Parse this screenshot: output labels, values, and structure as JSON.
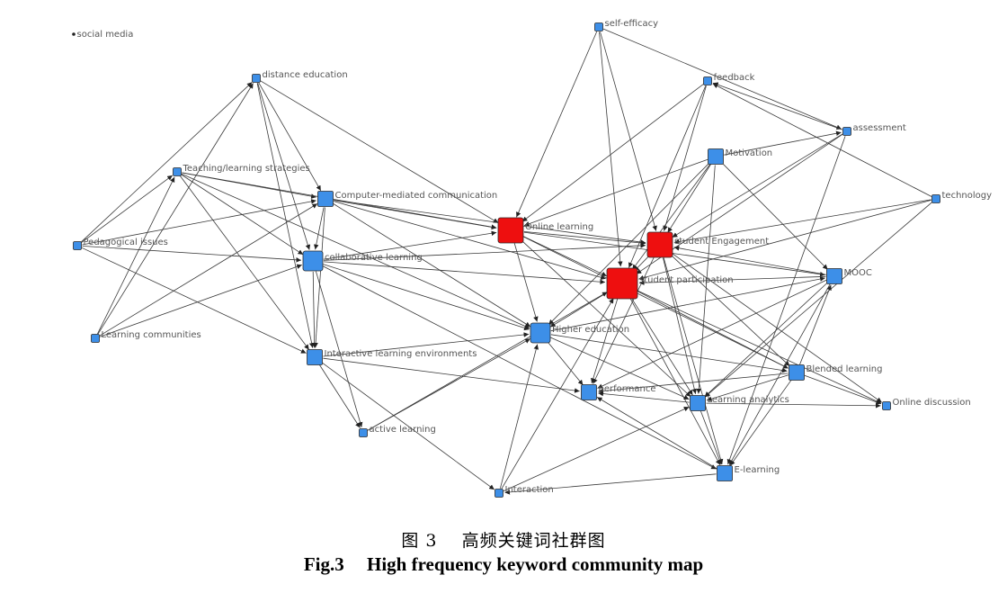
{
  "figure": {
    "caption_cn_number": "图 3",
    "caption_cn_title": "高频关键词社群图",
    "caption_en_number": "Fig.3",
    "caption_en_title": "High frequency keyword community map"
  },
  "colors": {
    "hub": "#ee0f0f",
    "node": "#3d8fe8",
    "edge": "#3a3a3a"
  },
  "nodes": [
    {
      "id": "social",
      "label": "social media",
      "kind": "dot"
    },
    {
      "id": "selfeff",
      "label": "self-efficacy",
      "kind": "small"
    },
    {
      "id": "distance",
      "label": "distance education",
      "kind": "small"
    },
    {
      "id": "feedback",
      "label": "feedback",
      "kind": "small"
    },
    {
      "id": "assessment",
      "label": "assessment",
      "kind": "small"
    },
    {
      "id": "teaching",
      "label": "Teaching/learning strategies",
      "kind": "small"
    },
    {
      "id": "motivation",
      "label": "Motivation",
      "kind": "medium"
    },
    {
      "id": "cmc",
      "label": "Computer-mediated communication",
      "kind": "medium"
    },
    {
      "id": "technology",
      "label": "technology",
      "kind": "small"
    },
    {
      "id": "online",
      "label": "Online learning",
      "kind": "hub"
    },
    {
      "id": "engagement",
      "label": "student Engagement",
      "kind": "hub"
    },
    {
      "id": "pedagogical",
      "label": "Pedagogical issues",
      "kind": "small"
    },
    {
      "id": "collab",
      "label": "collaborative learning",
      "kind": "large"
    },
    {
      "id": "participation",
      "label": "student participation",
      "kind": "hub-large"
    },
    {
      "id": "mooc",
      "label": "MOOC",
      "kind": "medium"
    },
    {
      "id": "higher",
      "label": "Higher education",
      "kind": "large"
    },
    {
      "id": "communities",
      "label": "Learning communities",
      "kind": "small"
    },
    {
      "id": "ile",
      "label": "Interactive learning environments",
      "kind": "medium"
    },
    {
      "id": "blended",
      "label": "Blended learning",
      "kind": "medium"
    },
    {
      "id": "performance",
      "label": "performance",
      "kind": "medium"
    },
    {
      "id": "analytics",
      "label": "Learning analytics",
      "kind": "medium"
    },
    {
      "id": "discussion",
      "label": "Online discussion",
      "kind": "small"
    },
    {
      "id": "active",
      "label": "active learning",
      "kind": "small"
    },
    {
      "id": "elearning",
      "label": "E-learning",
      "kind": "medium"
    },
    {
      "id": "interaction",
      "label": "Interaction",
      "kind": "small"
    }
  ],
  "edges": [
    [
      "distance",
      "cmc"
    ],
    [
      "distance",
      "collab"
    ],
    [
      "distance",
      "ile"
    ],
    [
      "pedagogical",
      "distance"
    ],
    [
      "distance",
      "online"
    ],
    [
      "communities",
      "distance"
    ],
    [
      "teaching",
      "cmc"
    ],
    [
      "teaching",
      "collab"
    ],
    [
      "teaching",
      "ile"
    ],
    [
      "teaching",
      "online"
    ],
    [
      "pedagogical",
      "teaching"
    ],
    [
      "communities",
      "teaching"
    ],
    [
      "teaching",
      "higher"
    ],
    [
      "cmc",
      "online"
    ],
    [
      "cmc",
      "collab"
    ],
    [
      "cmc",
      "ile"
    ],
    [
      "pedagogical",
      "cmc"
    ],
    [
      "communities",
      "cmc"
    ],
    [
      "cmc",
      "participation"
    ],
    [
      "cmc",
      "engagement"
    ],
    [
      "cmc",
      "higher"
    ],
    [
      "pedagogical",
      "collab"
    ],
    [
      "pedagogical",
      "ile"
    ],
    [
      "collab",
      "online"
    ],
    [
      "collab",
      "engagement"
    ],
    [
      "collab",
      "ile"
    ],
    [
      "collab",
      "higher"
    ],
    [
      "collab",
      "participation"
    ],
    [
      "collab",
      "active"
    ],
    [
      "communities",
      "collab"
    ],
    [
      "collab",
      "elearning"
    ],
    [
      "ile",
      "higher"
    ],
    [
      "ile",
      "performance"
    ],
    [
      "ile",
      "active"
    ],
    [
      "ile",
      "interaction"
    ],
    [
      "selfeff",
      "online"
    ],
    [
      "selfeff",
      "engagement"
    ],
    [
      "selfeff",
      "participation"
    ],
    [
      "selfeff",
      "assessment"
    ],
    [
      "feedback",
      "online"
    ],
    [
      "feedback",
      "engagement"
    ],
    [
      "feedback",
      "participation"
    ],
    [
      "assessment",
      "feedback"
    ],
    [
      "technology",
      "feedback"
    ],
    [
      "assessment",
      "engagement"
    ],
    [
      "assessment",
      "participation"
    ],
    [
      "assessment",
      "elearning"
    ],
    [
      "motivation",
      "assessment"
    ],
    [
      "motivation",
      "online"
    ],
    [
      "motivation",
      "engagement"
    ],
    [
      "motivation",
      "participation"
    ],
    [
      "motivation",
      "higher"
    ],
    [
      "motivation",
      "analytics"
    ],
    [
      "motivation",
      "mooc"
    ],
    [
      "technology",
      "engagement"
    ],
    [
      "technology",
      "participation"
    ],
    [
      "technology",
      "analytics"
    ],
    [
      "online",
      "engagement"
    ],
    [
      "online",
      "participation"
    ],
    [
      "online",
      "higher"
    ],
    [
      "online",
      "blended"
    ],
    [
      "online",
      "analytics"
    ],
    [
      "online",
      "mooc"
    ],
    [
      "engagement",
      "participation"
    ],
    [
      "engagement",
      "performance"
    ],
    [
      "engagement",
      "analytics"
    ],
    [
      "engagement",
      "blended"
    ],
    [
      "engagement",
      "elearning"
    ],
    [
      "mooc",
      "engagement"
    ],
    [
      "engagement",
      "discussion"
    ],
    [
      "participation",
      "higher"
    ],
    [
      "participation",
      "performance"
    ],
    [
      "participation",
      "analytics"
    ],
    [
      "participation",
      "blended"
    ],
    [
      "participation",
      "elearning"
    ],
    [
      "mooc",
      "participation"
    ],
    [
      "participation",
      "discussion"
    ],
    [
      "active",
      "participation"
    ],
    [
      "interaction",
      "participation"
    ],
    [
      "higher",
      "performance"
    ],
    [
      "higher",
      "analytics"
    ],
    [
      "higher",
      "blended"
    ],
    [
      "higher",
      "mooc"
    ],
    [
      "active",
      "higher"
    ],
    [
      "interaction",
      "higher"
    ],
    [
      "mooc",
      "performance"
    ],
    [
      "mooc",
      "analytics"
    ],
    [
      "mooc",
      "elearning"
    ],
    [
      "blended",
      "mooc"
    ],
    [
      "blended",
      "analytics"
    ],
    [
      "blended",
      "performance"
    ],
    [
      "blended",
      "discussion"
    ],
    [
      "blended",
      "elearning"
    ],
    [
      "analytics",
      "performance"
    ],
    [
      "analytics",
      "elearning"
    ],
    [
      "analytics",
      "discussion"
    ],
    [
      "interaction",
      "analytics"
    ],
    [
      "elearning",
      "performance"
    ],
    [
      "elearning",
      "interaction"
    ]
  ]
}
